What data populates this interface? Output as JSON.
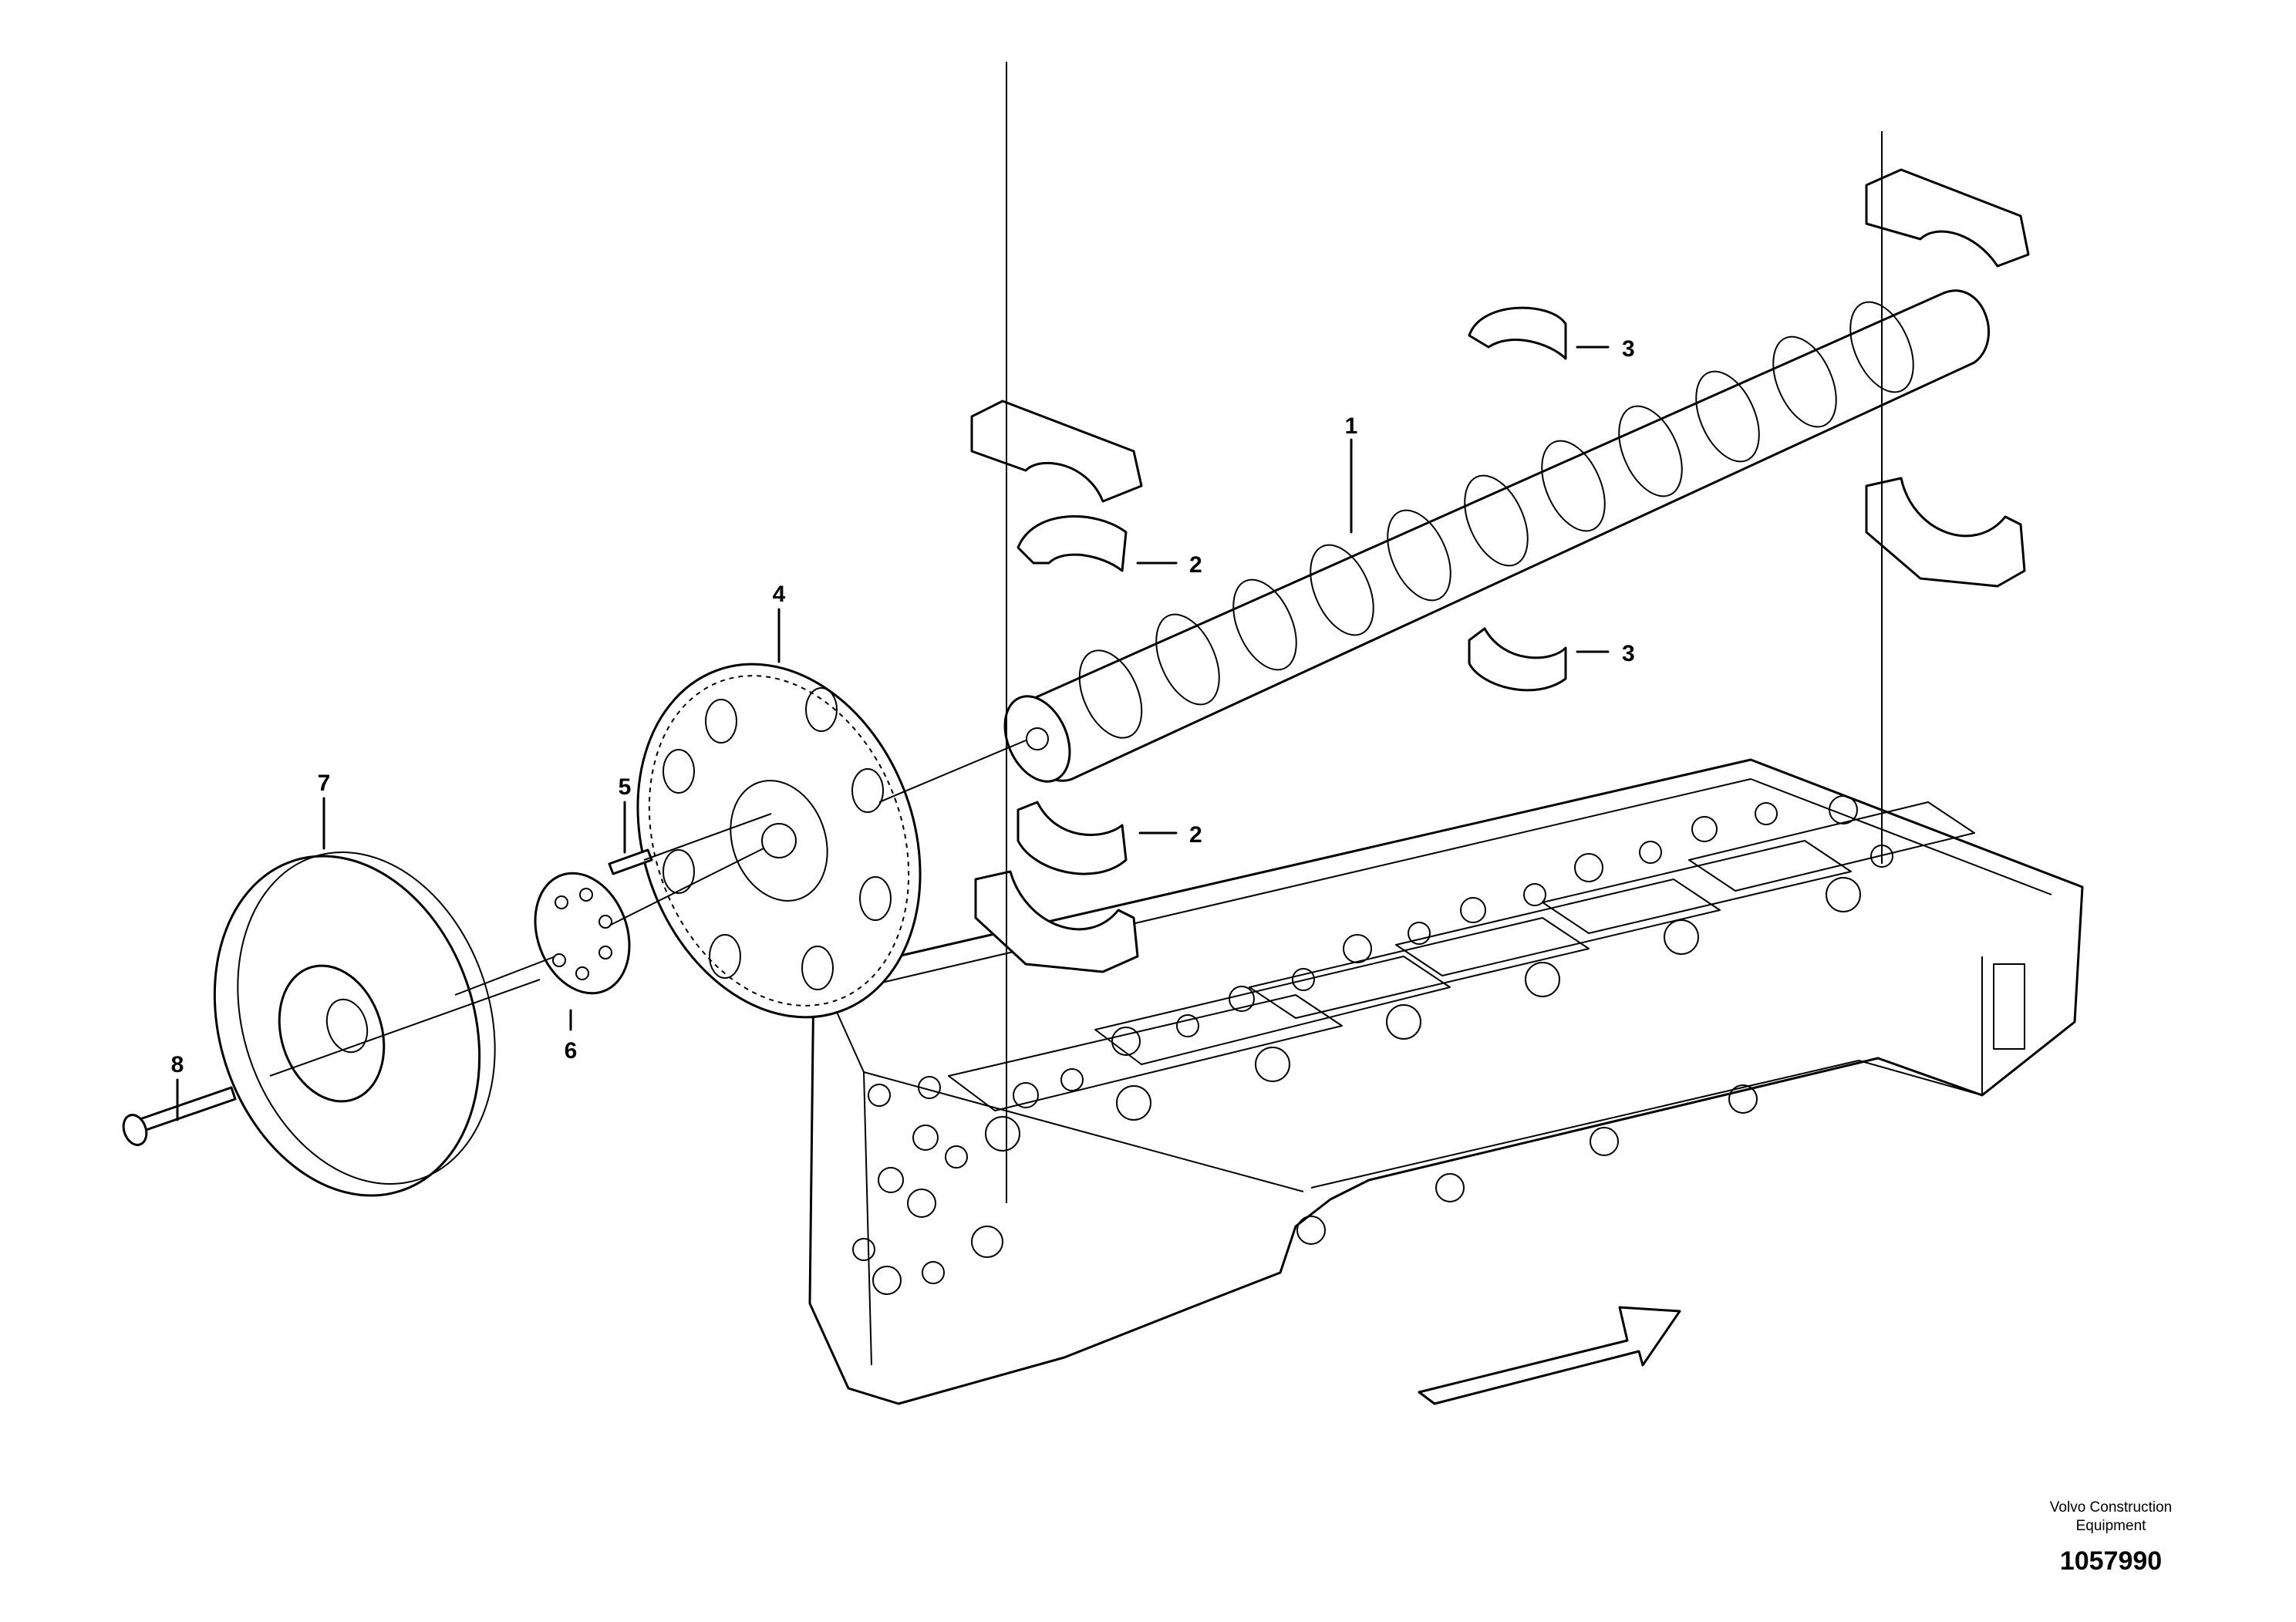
{
  "diagram": {
    "callouts": [
      {
        "id": "c1",
        "text": "1"
      },
      {
        "id": "c2a",
        "text": "2"
      },
      {
        "id": "c2b",
        "text": "2"
      },
      {
        "id": "c3a",
        "text": "3"
      },
      {
        "id": "c3b",
        "text": "3"
      },
      {
        "id": "c4",
        "text": "4"
      },
      {
        "id": "c5",
        "text": "5"
      },
      {
        "id": "c6",
        "text": "6"
      },
      {
        "id": "c7",
        "text": "7"
      },
      {
        "id": "c8",
        "text": "8"
      }
    ],
    "credit": {
      "line1": "Volvo Construction",
      "line2": "Equipment",
      "number": "1057990"
    }
  }
}
